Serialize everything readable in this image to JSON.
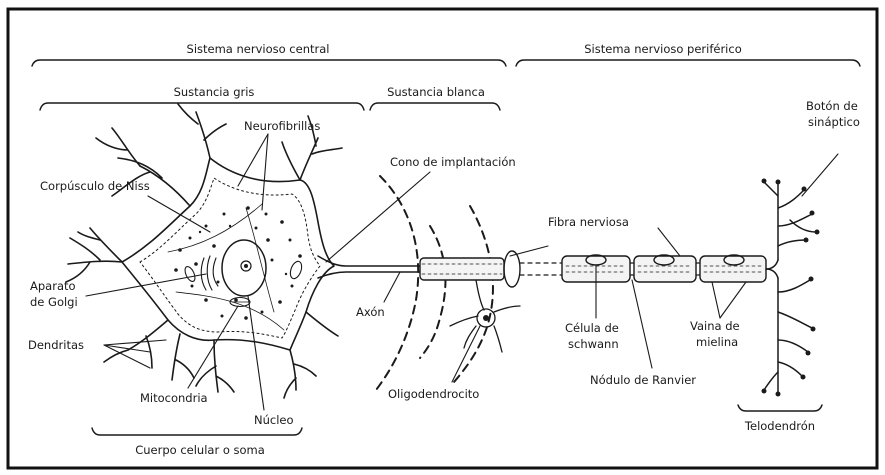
{
  "regions": {
    "snc": "Sistema nervioso central",
    "snp": "Sistema nervioso periférico",
    "gris": "Sustancia gris",
    "blanca": "Sustancia blanca",
    "soma": "Cuerpo celular o soma",
    "telodendron": "Telodendrón"
  },
  "labels": {
    "neurofibrillas": "Neurofibrillas",
    "corpusculo": "Corpúsculo de Niss",
    "aparato_l1": "Aparato",
    "aparato_l2": "de Golgi",
    "dendritas": "Dendritas",
    "mitocondria": "Mitocondria",
    "nucleo": "Núcleo",
    "cono": "Cono de implantación",
    "axon": "Axón",
    "oligodendrocito": "Oligodendrocito",
    "fibra": "Fibra nerviosa",
    "celula_l1": "Célula de",
    "celula_l2": "schwann",
    "nodulo": "Nódulo de Ranvier",
    "vaina_l1": "Vaina de",
    "vaina_l2": "mielina",
    "boton_l1": "Botón de",
    "boton_l2": "sináptico"
  }
}
